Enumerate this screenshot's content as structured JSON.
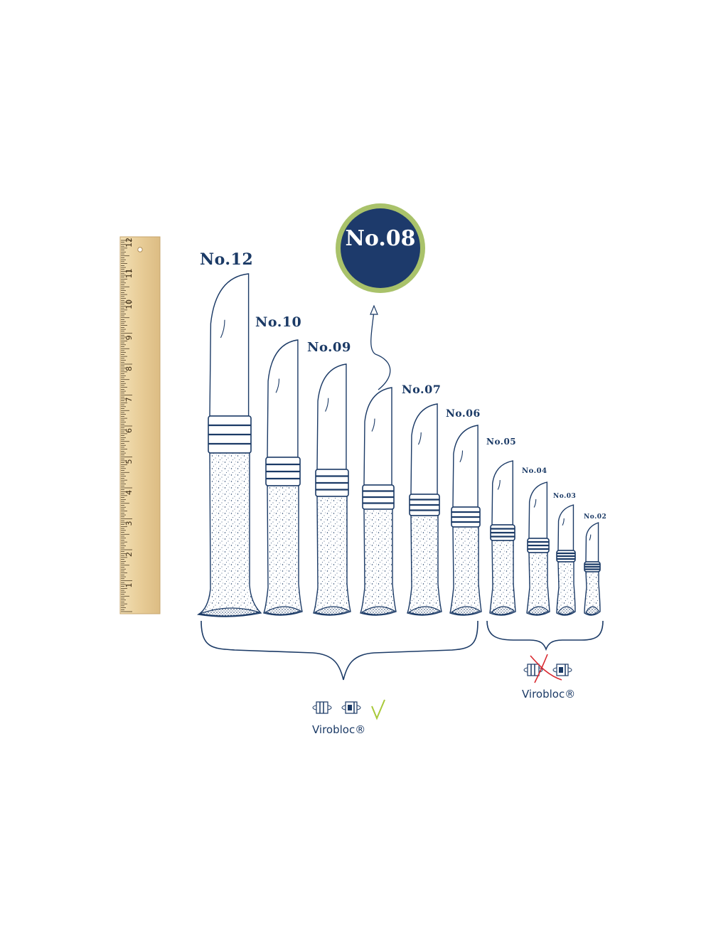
{
  "knives": [
    {
      "id": "no12",
      "label": "No.12"
    },
    {
      "id": "no10",
      "label": "No.10"
    },
    {
      "id": "no09",
      "label": "No.09"
    },
    {
      "id": "no08",
      "label": "No.08"
    },
    {
      "id": "no07",
      "label": "No.07"
    },
    {
      "id": "no06",
      "label": "No.06"
    },
    {
      "id": "no05",
      "label": "No.05"
    },
    {
      "id": "no04",
      "label": "No.04"
    },
    {
      "id": "no03",
      "label": "No.03"
    },
    {
      "id": "no02",
      "label": "No.02"
    }
  ],
  "highlight": {
    "label": "No.08"
  },
  "ruler": {
    "numbers": [
      "1",
      "2",
      "3",
      "4",
      "5",
      "6",
      "7",
      "8",
      "9",
      "10",
      "11",
      "12"
    ]
  },
  "groups": [
    {
      "id": "large",
      "label": "Virobloc®",
      "has_virobloc": true
    },
    {
      "id": "small",
      "label": "Virobloc®",
      "has_virobloc": false
    }
  ],
  "colors": {
    "navy": "#1b3a66",
    "badge_fill": "#1d3a6b",
    "badge_ring": "#a9c26a",
    "check": "#a8c93a",
    "cross": "#d9282f",
    "ruler_wood": "#ecd3a1"
  },
  "icons": [
    "virobloc-ring-icon",
    "check-icon",
    "cross-icon"
  ]
}
